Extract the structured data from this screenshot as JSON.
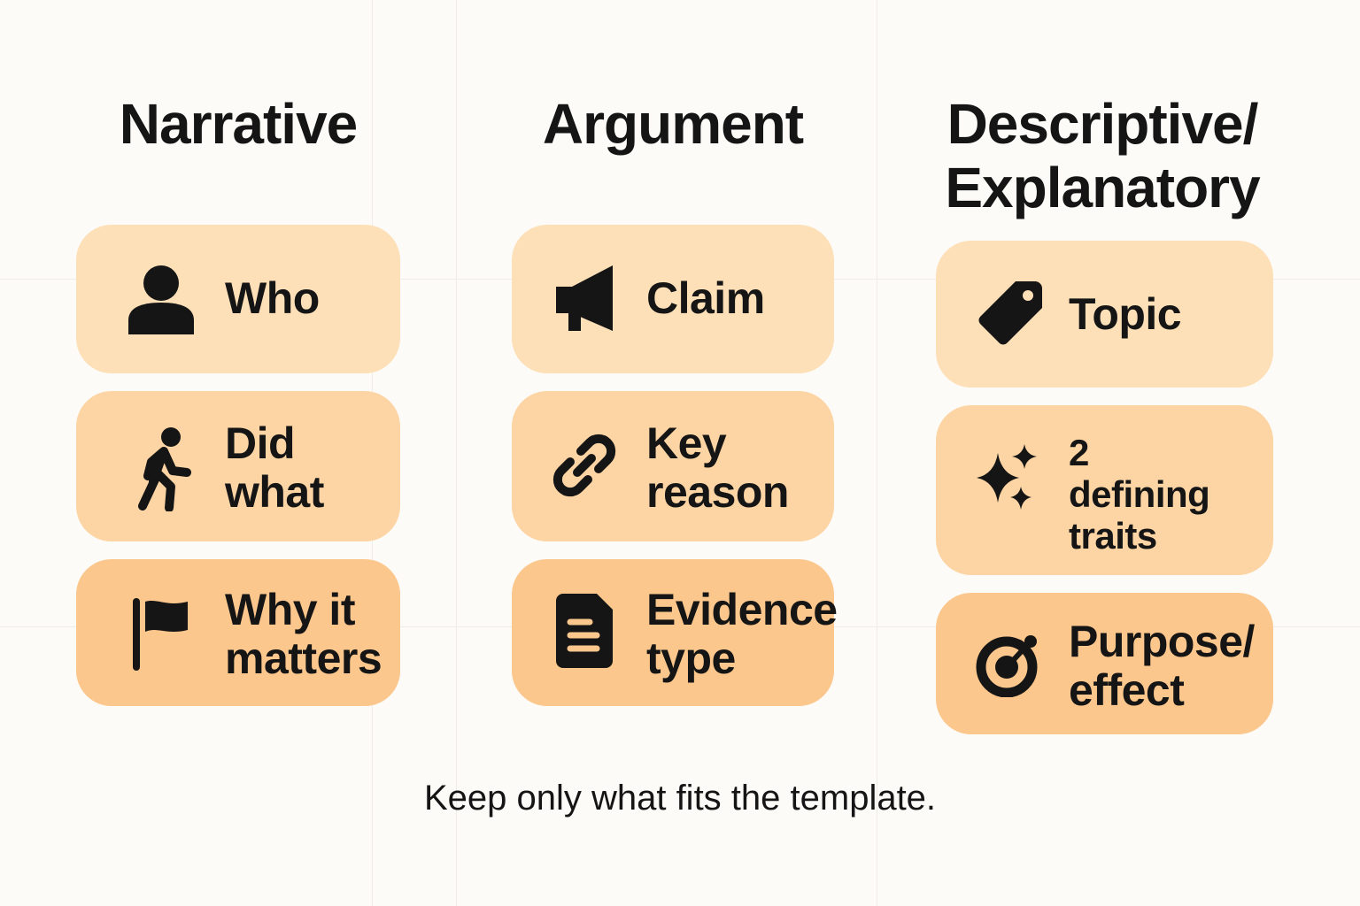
{
  "columns": [
    {
      "title": "Narrative",
      "cards": [
        {
          "icon": "person-icon",
          "label": "Who"
        },
        {
          "icon": "walking-person-icon",
          "label": "Did\nwhat"
        },
        {
          "icon": "flag-icon",
          "label": "Why it\nmatters"
        }
      ]
    },
    {
      "title": "Argument",
      "cards": [
        {
          "icon": "megaphone-icon",
          "label": "Claim"
        },
        {
          "icon": "link-icon",
          "label": "Key\nreason"
        },
        {
          "icon": "document-icon",
          "label": "Evidence\ntype"
        }
      ]
    },
    {
      "title": "Descriptive/\nExplanatory",
      "cards": [
        {
          "icon": "tag-icon",
          "label": "Topic"
        },
        {
          "icon": "sparkles-icon",
          "label": "2\ndefining\ntraits"
        },
        {
          "icon": "target-icon",
          "label": "Purpose/\neffect"
        }
      ]
    }
  ],
  "footer": "Keep only what fits the template.",
  "colors": {
    "background": "#fdfbf7",
    "card_light": "#fde0b8",
    "card_mid": "#fdd5a4",
    "card_dark": "#fcc78c",
    "text": "#151515"
  }
}
